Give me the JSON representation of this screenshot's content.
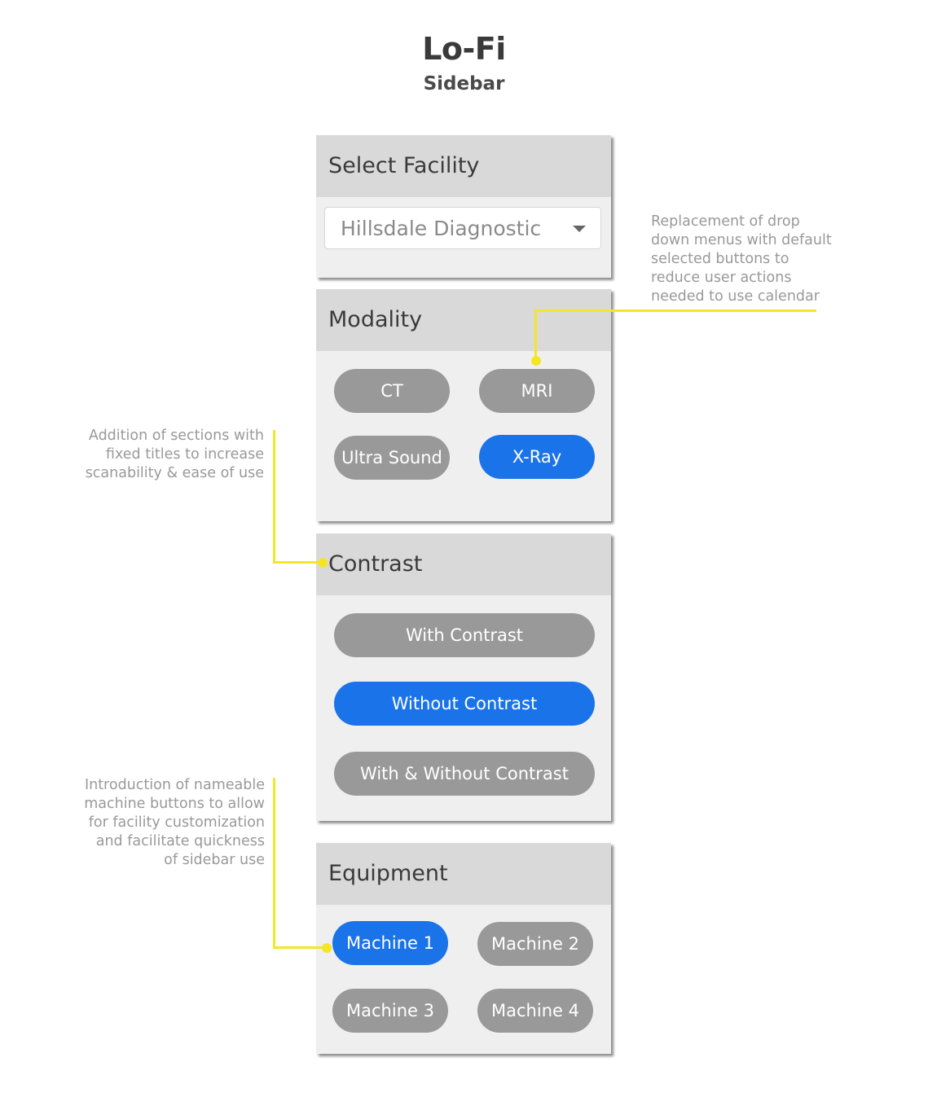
{
  "header": {
    "title": "Lo-Fi",
    "subtitle": "Sidebar"
  },
  "facility": {
    "title": "Select Facility",
    "selected": "Hillsdale Diagnostic"
  },
  "modality": {
    "title": "Modality",
    "options": [
      "CT",
      "MRI",
      "Ultra Sound",
      "X-Ray"
    ],
    "selected": "X-Ray"
  },
  "contrast": {
    "title": "Contrast",
    "options": [
      "With Contrast",
      "Without Contrast",
      "With & Without Contrast"
    ],
    "selected": "Without Contrast"
  },
  "equipment": {
    "title": "Equipment",
    "options": [
      "Machine 1",
      "Machine 2",
      "Machine 3",
      "Machine 4"
    ],
    "selected": "Machine 1"
  },
  "annotations": {
    "dropdown_note": "Replacement of drop down menus with default selected buttons to reduce user actions needed to use calendar",
    "sections_note": "Addition of sections with fixed titles to increase scanability & ease of use",
    "machines_note": "Introduction of nameable machine buttons to allow for facility customization and facilitate quickness of sidebar use"
  },
  "colors": {
    "accent": "#1a73e8",
    "unselected": "#999999",
    "annotation_line": "#f5e625"
  }
}
